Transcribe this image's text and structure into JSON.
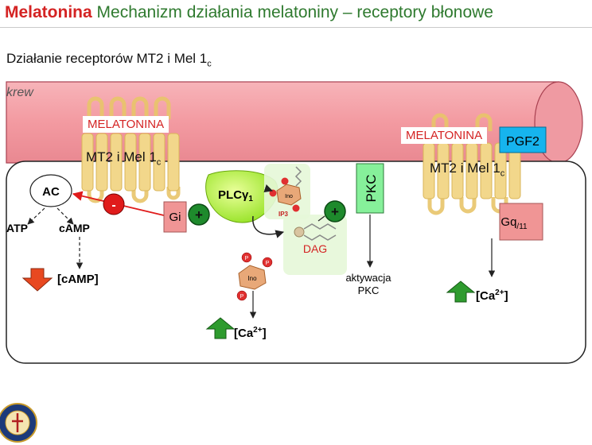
{
  "header": {
    "brand": "Melatonina",
    "title": "Mechanizm działania melatoniny – receptory błonowe"
  },
  "subtitle": {
    "text": "Działanie receptorów MT2 i Mel 1",
    "sub": "c"
  },
  "blood_label": "krew",
  "left_receptor": {
    "ligand": "MELATONINA",
    "name": "MT2 i Mel 1",
    "sub": "c",
    "gprotein": "Gi"
  },
  "right_receptor": {
    "ligand": "MELATONINA",
    "extra_ligand": "PGF2",
    "name": "MT2 i Mel 1",
    "sub": "c",
    "gprotein": "Gq",
    "gprotein_sub": "/11"
  },
  "enzymes": {
    "ac": "AC",
    "inhibit": "-",
    "plc": "PLCγ",
    "plc_sub": "1",
    "plus": "+",
    "pkc": "PKC",
    "dag": "DAG",
    "ip3": "IP3",
    "ino": "Ino",
    "phosphate": "P"
  },
  "left_pathway": {
    "atp": "ATP",
    "camp": "cAMP",
    "camp_result": "[cAMP]"
  },
  "ca_result": {
    "open": "[Ca",
    "sup": "2+",
    "close": "]"
  },
  "pkc_activation": {
    "line1": "aktywacja",
    "line2": "PKC"
  },
  "colors": {
    "blood": "#f5a0a6",
    "blood_edge": "#a84050",
    "title_red": "#d42323",
    "title_green": "#2f7a2f",
    "receptor": "#f2d78b",
    "plus_green": "#1e8a2c",
    "minus_red": "#e01b1b",
    "gi_box": "#f09595",
    "pkc_box": "#86f09a",
    "pgf2_box": "#16b4ee",
    "plc": "#aef03a",
    "arrow_up": "#2e9b2e",
    "arrow_down": "#e84820"
  },
  "icons": [
    "university-seal-logo",
    "up-arrow-icon",
    "down-arrow-icon"
  ]
}
